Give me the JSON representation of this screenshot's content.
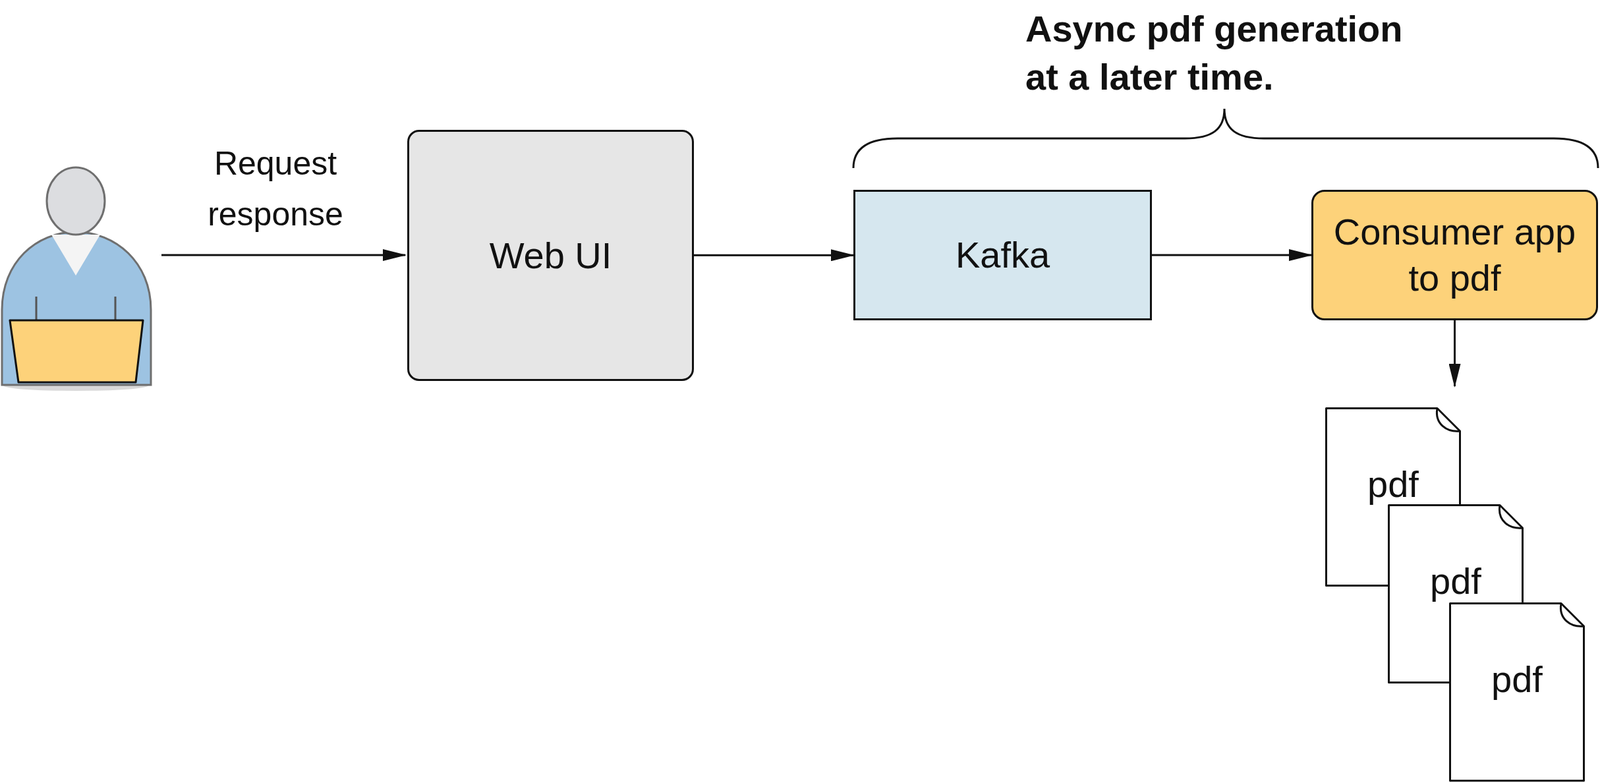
{
  "diagram": {
    "nodes": [
      {
        "text": [
          "Web UI"
        ]
      },
      {
        "text": [
          "Kafka"
        ]
      },
      {
        "text": [
          "Consumer app to pdf"
        ]
      },
      {
        "text": [
          "pdf"
        ]
      },
      {
        "text": [
          "pdf"
        ]
      },
      {
        "text": [
          "pdf"
        ]
      }
    ],
    "edges": [
      {
        "from": 0,
        "to": 1,
        "arrow": "to"
      },
      {
        "from": 1,
        "to": 2,
        "arrow": "to"
      },
      {
        "from": 2,
        "to": 3,
        "arrow": "to"
      }
    ],
    "labels": [
      "Request response",
      "Async pdf generation at a later time."
    ]
  }
}
